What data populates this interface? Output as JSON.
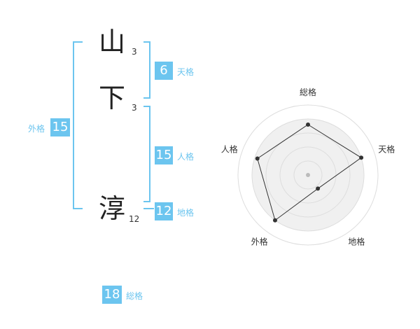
{
  "name": {
    "chars": [
      {
        "char": "山",
        "strokes": "3"
      },
      {
        "char": "下",
        "strokes": "3"
      },
      {
        "char": "淳",
        "strokes": "12"
      }
    ]
  },
  "fortune": {
    "tenkaku": {
      "value": "6",
      "label": "天格"
    },
    "jinkaku": {
      "value": "15",
      "label": "人格"
    },
    "chikaku": {
      "value": "12",
      "label": "地格"
    },
    "gaikaku": {
      "value": "15",
      "label": "外格"
    },
    "soukaku": {
      "value": "18",
      "label": "総格"
    }
  },
  "colors": {
    "accent": "#6cc5ef",
    "text": "#333333"
  },
  "chart_data": {
    "type": "radar",
    "axes": [
      "総格",
      "天格",
      "地格",
      "外格",
      "人格"
    ],
    "values": [
      3.6,
      4.0,
      1.2,
      4.0,
      3.8
    ],
    "range": [
      0,
      5
    ],
    "rings": 5
  }
}
